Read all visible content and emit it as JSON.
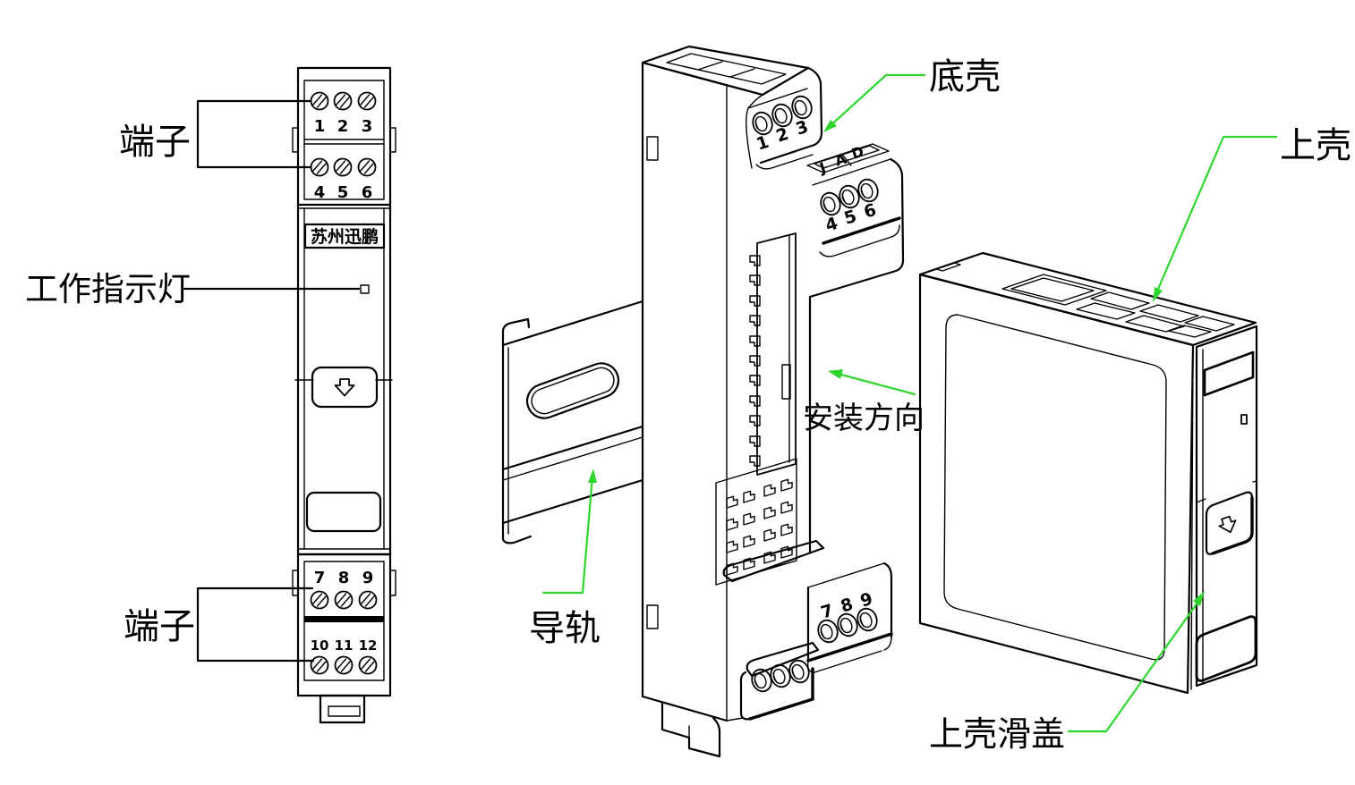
{
  "colors": {
    "background": "#ffffff",
    "line": "#000000",
    "leader": "#2ed52e"
  },
  "front_view": {
    "brand": "苏州迅鹏",
    "top_row1": [
      "1",
      "2",
      "3"
    ],
    "top_row2": [
      "4",
      "5",
      "6"
    ],
    "bottom_row1": [
      "7",
      "8",
      "9"
    ],
    "bottom_row2": [
      "10",
      "11",
      "12"
    ]
  },
  "iso_view": {
    "row_123": [
      "1",
      "2",
      "3"
    ],
    "row_456": [
      "4",
      "5",
      "6"
    ],
    "row_789": [
      "7",
      "8",
      "9"
    ],
    "embossed": [
      "J",
      "A",
      "D"
    ]
  },
  "labels": {
    "terminal_top": "端子",
    "indicator_light": "工作指示灯",
    "terminal_bottom": "端子",
    "bottom_shell": "底壳",
    "top_shell": "上壳",
    "install_direction": "安装方向",
    "din_rail": "导轨",
    "top_shell_slide_cover": "上壳滑盖"
  }
}
